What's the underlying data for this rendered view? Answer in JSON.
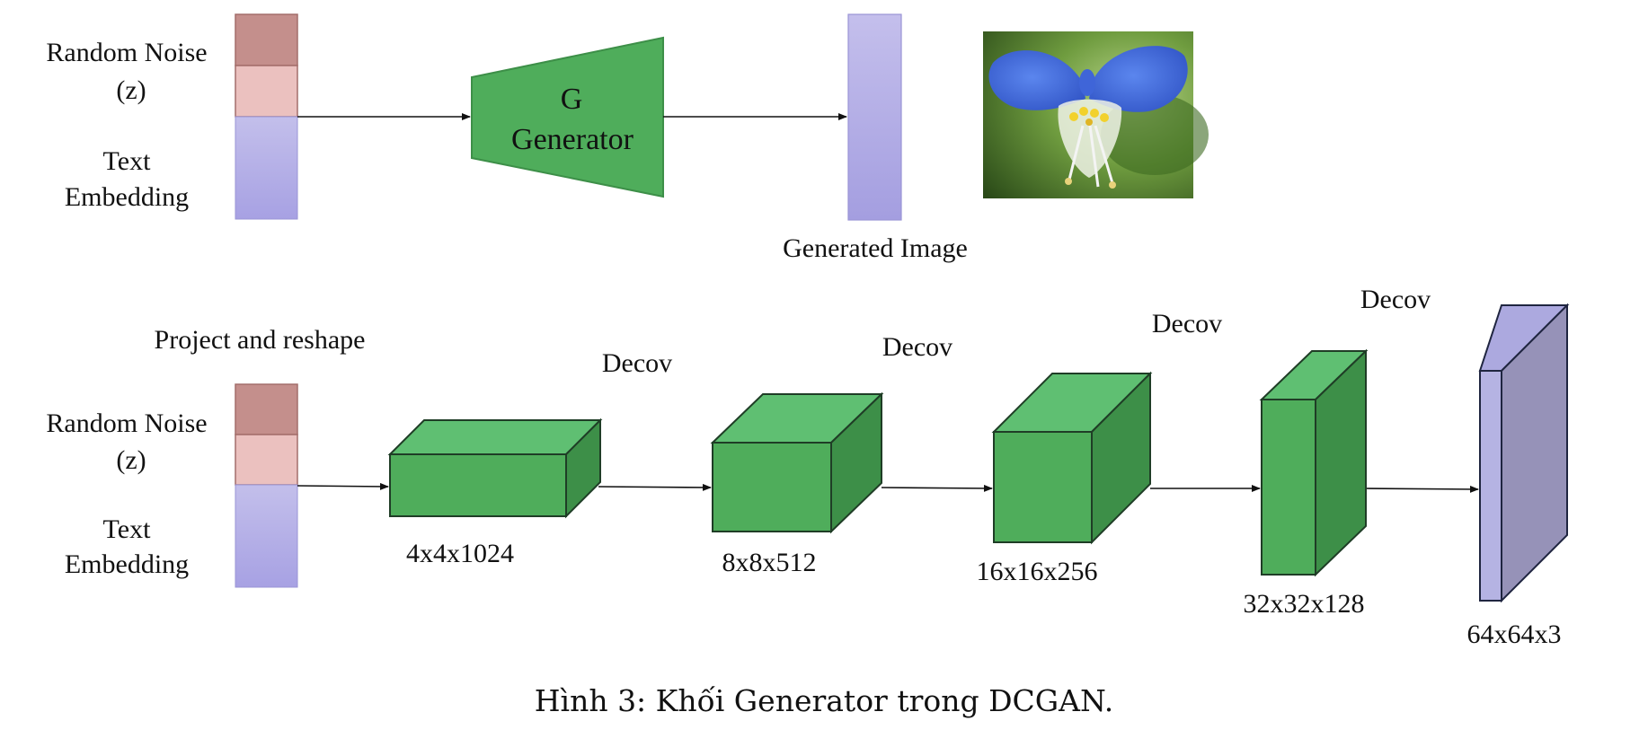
{
  "top": {
    "noise_label": "Random Noise",
    "z_label": "(z)",
    "text_label_1": "Text",
    "text_label_2": "Embedding",
    "gen_letter": "G",
    "gen_label": "Generator",
    "output_label": "Generated Image"
  },
  "bottom": {
    "project_label": "Project and reshape",
    "noise_label": "Random Noise",
    "z_label": "(z)",
    "text_label_1": "Text",
    "text_label_2": "Embedding",
    "decov_labels": [
      "Decov",
      "Decov",
      "Decov",
      "Decov"
    ],
    "block_labels": [
      "4x4x1024",
      "8x8x512",
      "16x16x256",
      "32x32x128",
      "64x64x3"
    ]
  },
  "caption": "Hình 3: Khối Generator trong DCGAN.",
  "colors": {
    "noise_dark": "#c48f8c",
    "noise_light": "#ebc1bf",
    "embedding": "#b3aee6",
    "generator": "#4fad5b",
    "block_front": "#4fad5b",
    "block_top": "#5fbf72",
    "block_side": "#3d8f48",
    "output_front": "#b5b3e3",
    "output_side": "#9692b8"
  }
}
